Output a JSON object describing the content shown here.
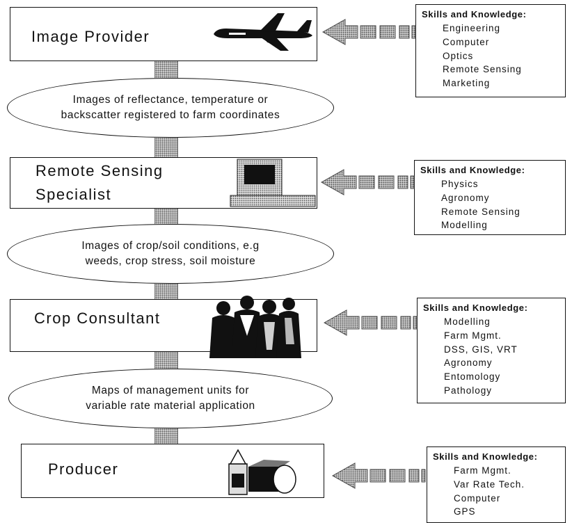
{
  "stages": [
    {
      "label_lines": [
        "Image Provider"
      ],
      "icon": "airplane-icon",
      "skills_title": "Skills and Knowledge:",
      "skills": [
        "Engineering",
        "Computer",
        "Optics",
        "Remote Sensing",
        "Marketing"
      ]
    },
    {
      "label_lines": [
        "Remote Sensing",
        "Specialist"
      ],
      "icon": "computer-icon",
      "skills_title": "Skills and Knowledge:",
      "skills": [
        "Physics",
        "Agronomy",
        "Remote Sensing",
        "Modelling"
      ]
    },
    {
      "label_lines": [
        "Crop Consultant"
      ],
      "icon": "people-group-icon",
      "skills_title": "Skills and Knowledge:",
      "skills": [
        "Modelling",
        "Farm Mgmt.",
        "DSS, GIS, VRT",
        "Agronomy",
        "Entomology",
        "Pathology"
      ]
    },
    {
      "label_lines": [
        "Producer"
      ],
      "icon": "farm-products-icon",
      "skills_title": "Skills and Knowledge:",
      "skills": [
        "Farm Mgmt.",
        "Var Rate Tech.",
        "Computer",
        "GPS"
      ]
    }
  ],
  "outputs": [
    {
      "lines": [
        "Images of reflectance, temperature or",
        "backscatter registered to farm coordinates"
      ]
    },
    {
      "lines": [
        "Images of crop/soil conditions, e.g",
        "weeds, crop stress, soil moisture"
      ]
    },
    {
      "lines": [
        "Maps of management units for",
        "variable rate material application"
      ]
    }
  ]
}
